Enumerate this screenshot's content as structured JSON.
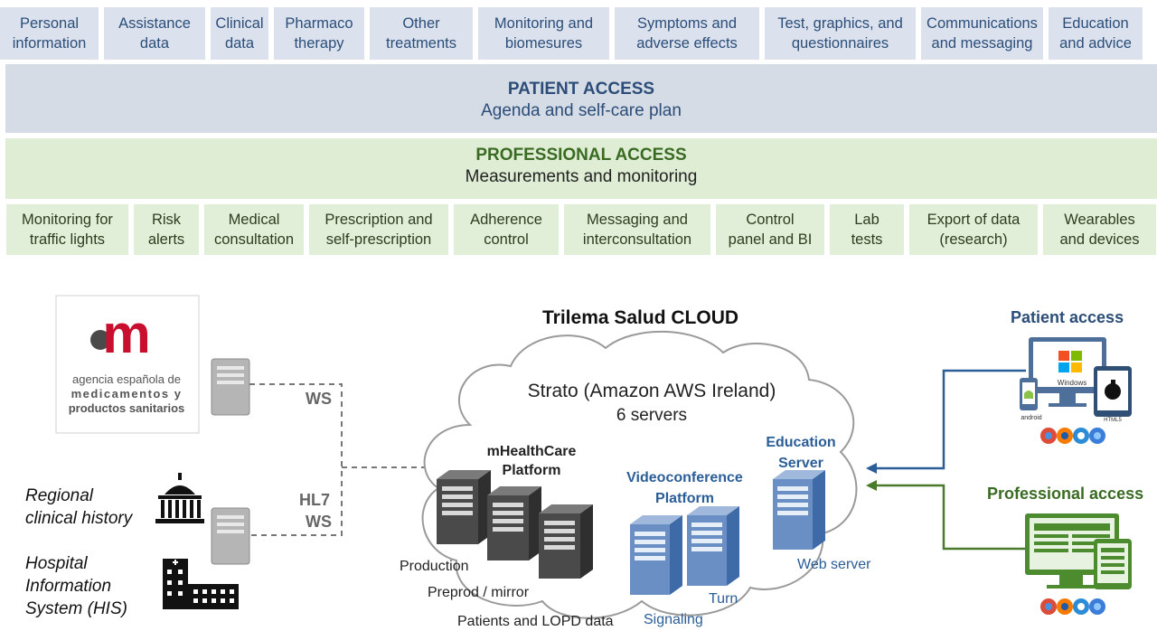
{
  "top_tiles": [
    {
      "line1": "Personal",
      "line2": "information"
    },
    {
      "line1": "Assistance",
      "line2": "data"
    },
    {
      "line1": "Clinical",
      "line2": "data"
    },
    {
      "line1": "Pharmaco",
      "line2": "therapy"
    },
    {
      "line1": "Other",
      "line2": "treatments"
    },
    {
      "line1": "Monitoring and",
      "line2": "biomesures"
    },
    {
      "line1": "Symptoms and",
      "line2": "adverse effects"
    },
    {
      "line1": "Test, graphics, and",
      "line2": "questionnaires"
    },
    {
      "line1": "Communications",
      "line2": "and messaging"
    },
    {
      "line1": "Education",
      "line2": "and advice"
    }
  ],
  "patient_band": {
    "title": "PATIENT ACCESS",
    "subtitle": "Agenda and self-care plan"
  },
  "professional_band": {
    "title": "PROFESSIONAL ACCESS",
    "subtitle": "Measurements and monitoring"
  },
  "bottom_tiles": [
    {
      "line1": "Monitoring for",
      "line2": "traffic lights"
    },
    {
      "line1": "Risk",
      "line2": "alerts"
    },
    {
      "line1": "Medical",
      "line2": "consultation"
    },
    {
      "line1": "Prescription and",
      "line2": "self-prescription"
    },
    {
      "line1": "Adherence",
      "line2": "control"
    },
    {
      "line1": "Messaging and",
      "line2": "interconsultation"
    },
    {
      "line1": "Control",
      "line2": "panel and BI"
    },
    {
      "line1": "Lab",
      "line2": "tests"
    },
    {
      "line1": "Export of data",
      "line2": "(research)"
    },
    {
      "line1": "Wearables",
      "line2": "and devices"
    }
  ],
  "agency": {
    "logo_text": "m",
    "line1": "agencia española de",
    "line2": "medicamentos y",
    "line3": "productos sanitarios"
  },
  "connections": {
    "ws": "WS",
    "hl7": "HL7",
    "ws2": "WS"
  },
  "left_sources": {
    "regional": {
      "line1": "Regional",
      "line2": "clinical history"
    },
    "his": {
      "line1": "Hospital",
      "line2": "Information",
      "line3": "System (HIS)"
    }
  },
  "cloud": {
    "title": "Trilema Salud CLOUD",
    "provider": "Strato (Amazon AWS Ireland)",
    "servers": "6 servers",
    "mhealth": {
      "line1": "mHealthCare",
      "line2": "Platform"
    },
    "video": {
      "line1": "Videoconference",
      "line2": "Platform"
    },
    "education": {
      "line1": "Education",
      "line2": "Server"
    },
    "production": "Production",
    "preprod": "Preprod / mirror",
    "patients": "Patients and LOPD data",
    "signaling": "Signaling",
    "turn": "Turn",
    "web": "Web server"
  },
  "right_access": {
    "patient": "Patient access",
    "professional": "Professional access",
    "windows": "Windows",
    "android": "android",
    "html5": "HTML5"
  },
  "colors": {
    "top_tile": "#dbe2ee",
    "patient_band": "#d5dce6",
    "professional_band": "#dfedd5",
    "bottom_tile": "#e2efd8",
    "navy": "#2b4d78",
    "green": "#3a6b22",
    "server_blue": "#6a8fc4"
  }
}
